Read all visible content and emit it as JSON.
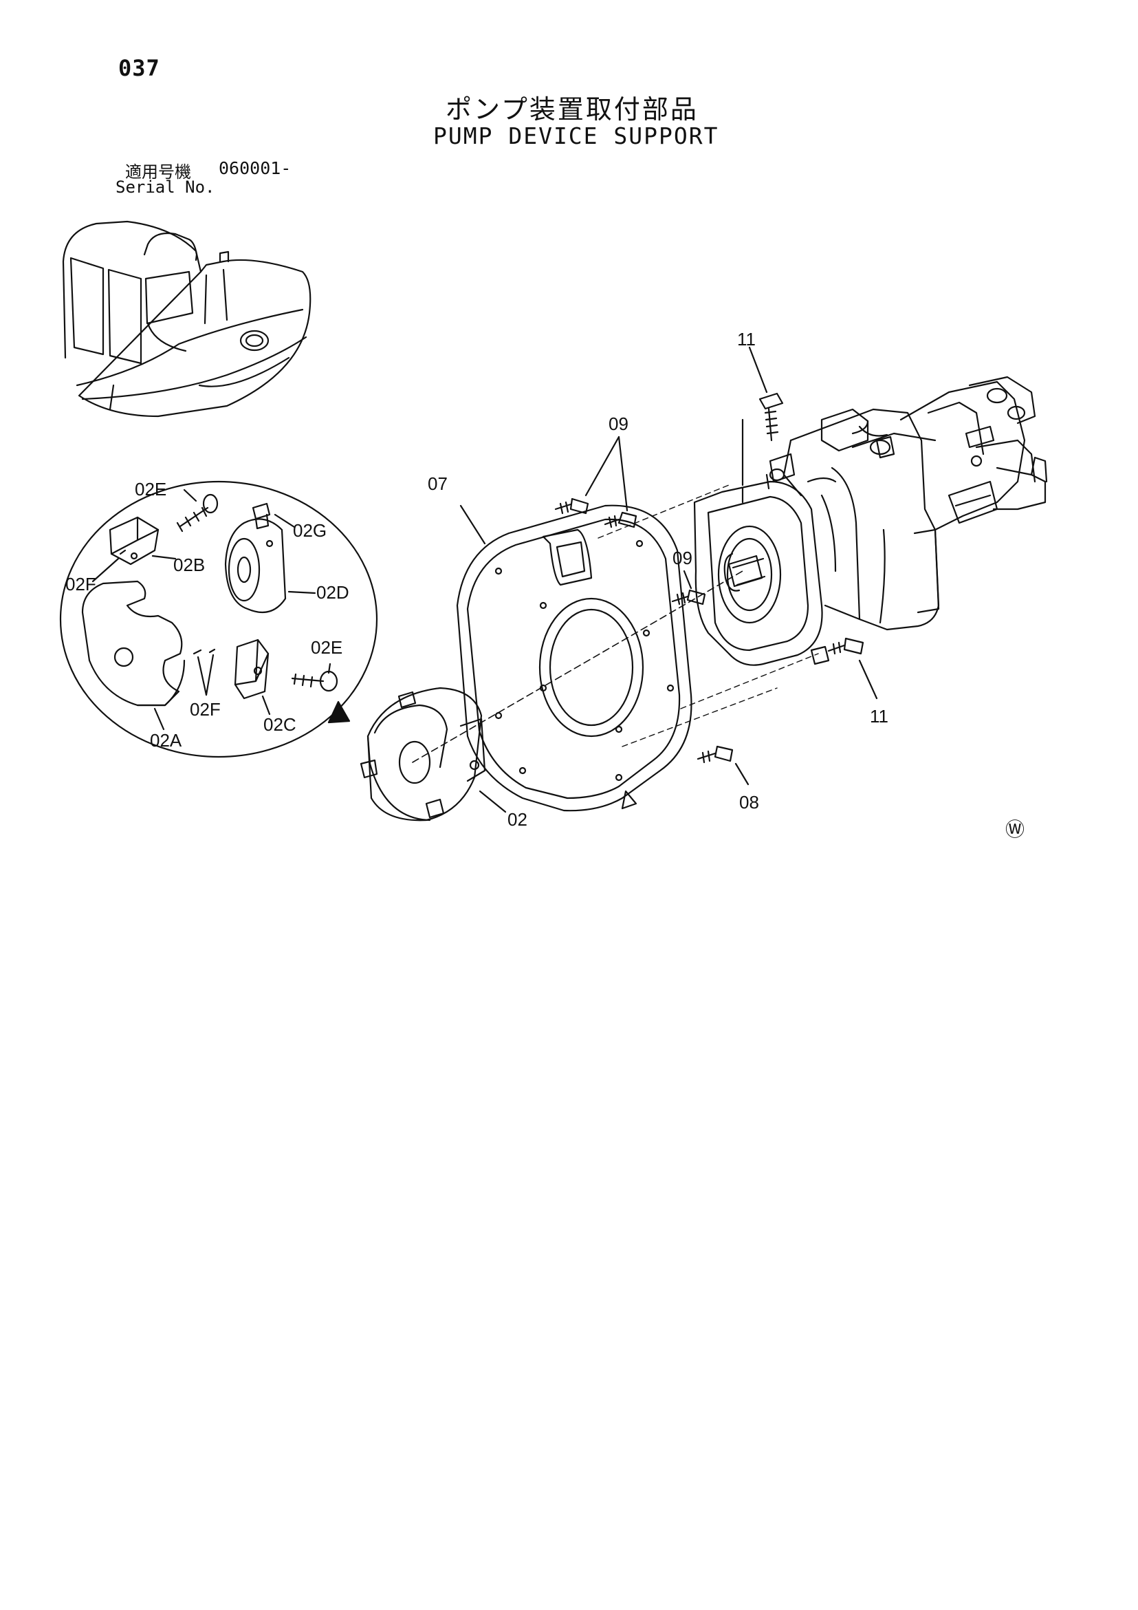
{
  "header": {
    "page_number": "037",
    "title_jp": "ポンプ装置取付部品",
    "title_en": "PUMP DEVICE SUPPORT",
    "serial_label_jp": "適用号機",
    "serial_label_en": "Serial No.",
    "serial_value": "060001-"
  },
  "callouts": [
    "11",
    "09",
    "07",
    "09",
    "11",
    "08",
    "02",
    "02E",
    "02G",
    "02B",
    "02F",
    "02D",
    "02E",
    "02F",
    "02C",
    "02A"
  ],
  "footer_mark": "Ⓦ"
}
